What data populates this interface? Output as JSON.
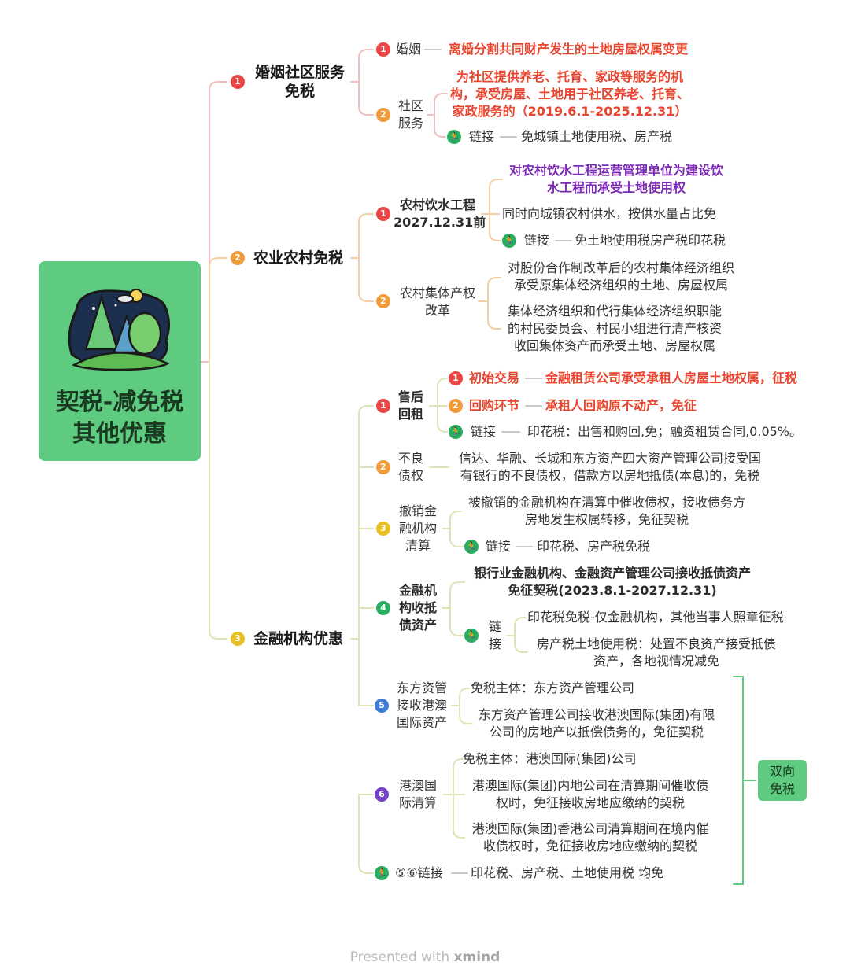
{
  "root": {
    "title_line1": "契税-减免税",
    "title_line2": "其他优惠"
  },
  "sections": [
    {
      "num": "1",
      "title_line1": "婚姻社区服务",
      "title_line2": "免税",
      "items": [
        {
          "num": "1",
          "label": "婚姻",
          "detail": "离婚分割共同财产发生的土地房屋权属变更"
        },
        {
          "num": "2",
          "label_line1": "社区",
          "label_line2": "服务",
          "detail_lines": [
            "为社区提供养老、托育、家政等服务的机",
            "构，承受房屋、土地用于社区养老、托育、",
            "家政服务的（2019.6.1-2025.12.31）"
          ],
          "link_label": "链接",
          "link_text": "免城镇土地使用税、房产税"
        }
      ]
    },
    {
      "num": "2",
      "title": "农业农村免税",
      "items": [
        {
          "num": "1",
          "label_line1": "农村饮水工程",
          "label_line2": "2027.12.31前",
          "detail_lines": [
            "对农村饮水工程运营管理单位为建设饮",
            "水工程而承受土地使用权"
          ],
          "detail2": "同时向城镇农村供水，按供水量占比免",
          "link_label": "链接",
          "link_text": "免土地使用税房产税印花税"
        },
        {
          "num": "2",
          "label_line1": "农村集体产权",
          "label_line2": "改革",
          "detail_a": [
            "对股份合作制改革后的农村集体经济组织",
            "承受原集体经济组织的土地、房屋权属"
          ],
          "detail_b": [
            "集体经济组织和代行集体经济组织职能",
            "的村民委员会、村民小组进行清产核资",
            "收回集体资产而承受土地、房屋权属"
          ]
        }
      ]
    },
    {
      "num": "3",
      "title": "金融机构优惠",
      "items": [
        {
          "num": "1",
          "label_line1": "售后",
          "label_line2": "回租",
          "sub1_num": "1",
          "sub1_label": "初始交易",
          "sub1_text": "金融租赁公司承受承租人房屋土地权属，征税",
          "sub2_num": "2",
          "sub2_label": "回购环节",
          "sub2_text": "承租人回购原不动产，免征",
          "link_label": "链接",
          "link_text": "印花税：出售和购回,免；融资租赁合同,0.05%。"
        },
        {
          "num": "2",
          "label_line1": "不良",
          "label_line2": "债权",
          "detail_lines": [
            "信达、华融、长城和东方资产四大资产管理公司接受国",
            "有银行的不良债权，借款方以房地抵债(本息)的，免税"
          ]
        },
        {
          "num": "3",
          "label_line1": "撤销金",
          "label_line2": "融机构",
          "label_line3": "清算",
          "detail_lines": [
            "被撤销的金融机构在清算中催收债权，接收债务方",
            "房地发生权属转移，免征契税"
          ],
          "link_label": "链接",
          "link_text": "印花税、房产税免税"
        },
        {
          "num": "4",
          "label_line1": "金融机",
          "label_line2": "构收抵",
          "label_line3": "债资产",
          "detail_lines": [
            "银行业金融机构、金融资产管理公司接收抵债资产",
            "免征契税(2023.8.1-2027.12.31)"
          ],
          "link_label_line1": "链",
          "link_label_line2": "接",
          "link_a": "印花税免税-仅金融机构，其他当事人照章征税",
          "link_b": [
            "房产税土地使用税：处置不良资产接受抵债",
            "资产，各地视情况减免"
          ]
        },
        {
          "num": "5",
          "label_line1": "东方资管",
          "label_line2": "接收港澳",
          "label_line3": "国际资产",
          "detail_a": "免税主体：东方资产管理公司",
          "detail_b": [
            "东方资产管理公司接收港澳国际(集团)有限",
            "公司的房地产以抵偿债务的，免征契税"
          ]
        },
        {
          "num": "6",
          "label_line1": "港澳国",
          "label_line2": "际清算",
          "detail_a": "免税主体：港澳国际(集团)公司",
          "detail_b": [
            "港澳国际(集团)内地公司在清算期间催收债",
            "权时，免征接收房地应缴纳的契税"
          ],
          "detail_c": [
            "港澳国际(集团)香港公司清算期间在境内催",
            "收债权时，免征接收房地应缴纳的契税"
          ]
        },
        {
          "num": "link",
          "label": "⑤⑥链接",
          "detail": "印花税、房产税、土地使用税 均免"
        }
      ]
    }
  ],
  "tag": {
    "line1": "双向",
    "line2": "免税"
  },
  "footer": {
    "prefix": "Presented with",
    "brand": "xmind"
  },
  "colors": {
    "root_bg": "#5ecb80",
    "highlight_red": "#e8442e",
    "highlight_purple": "#7b2ab3",
    "branch1": "#f0b9b9",
    "branch2": "#f4cfa6",
    "branch3": "#dde5b6"
  }
}
